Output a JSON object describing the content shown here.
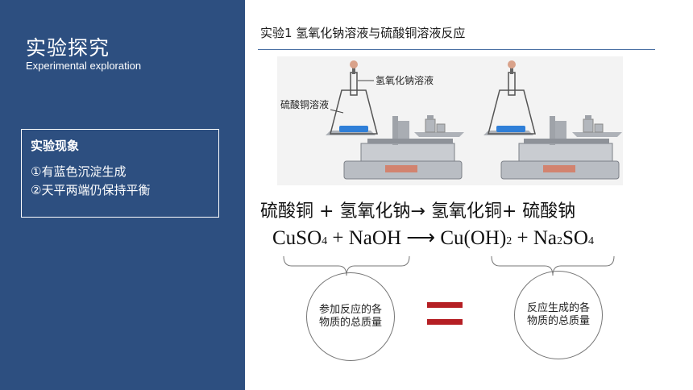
{
  "sidebar": {
    "title": "实验探究",
    "subtitle": "Experimental exploration",
    "observation": {
      "title": "实验现象",
      "items": [
        "①有蓝色沉淀生成",
        "②天平两端仍保持平衡"
      ]
    }
  },
  "header": {
    "title": "实验1 氢氧化钠溶液与硫酸铜溶液反应"
  },
  "illustration": {
    "label_naoh": "氢氧化钠溶液",
    "label_cuso4": "硫酸铜溶液"
  },
  "equation": {
    "words": "硫酸铜 + 氢氧化钠→ 氢氧化铜+ 硫酸钠",
    "f1": "CuSO",
    "f1_sub": "4",
    "f2": " + NaOH ⟶ ",
    "f3": "Cu(OH)",
    "f3_sub": "2",
    "f4": " + Na",
    "f4_sub": "2",
    "f5": "SO",
    "f5_sub": "4"
  },
  "reactants_circle": "参加反应的各物质的总质量",
  "products_circle": "反应生成的各物质的总质量",
  "colors": {
    "sidebar_bg": "#2d4f80",
    "equals_red": "#b51f24",
    "header_line": "#4a6fa3"
  }
}
